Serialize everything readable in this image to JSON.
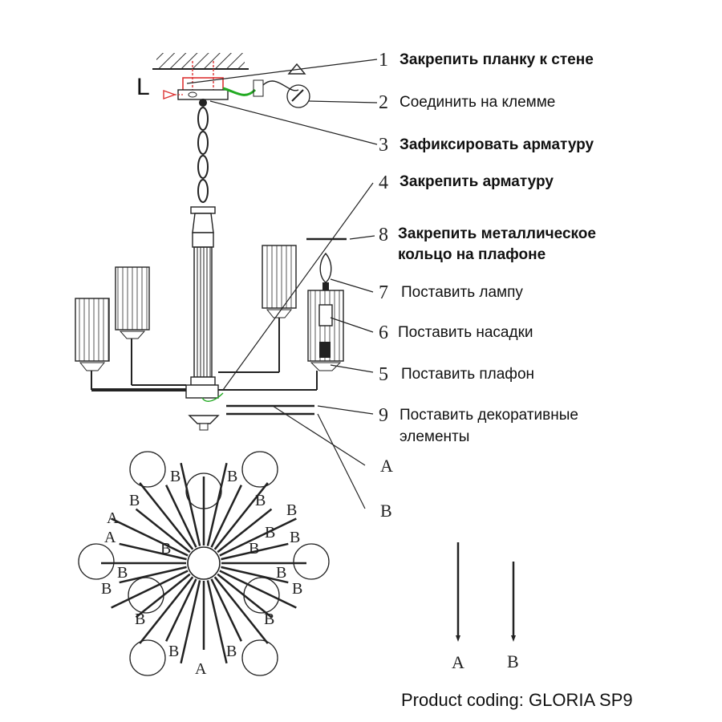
{
  "steps": [
    {
      "num": "1",
      "text": "Закрепить планку к стене"
    },
    {
      "num": "2",
      "text": "Соединить на клемме"
    },
    {
      "num": "3",
      "text": "Зафиксировать арматуру"
    },
    {
      "num": "4",
      "text": "Закрепить арматуру"
    },
    {
      "num": "8",
      "text": "Закрепить металлическое",
      "text2": "кольцо на плафоне"
    },
    {
      "num": "7",
      "text": "Поставить лампу"
    },
    {
      "num": "6",
      "text": "Поставить насадки"
    },
    {
      "num": "5",
      "text": "Поставить плафон"
    },
    {
      "num": "9",
      "text": "Поставить декоративные",
      "text2": "элементы"
    }
  ],
  "parts": {
    "a": "A",
    "b": "B"
  },
  "star_labels": [
    "B",
    "B",
    "B",
    "A",
    "B",
    "B",
    "A",
    "B",
    "B",
    "B",
    "B",
    "B",
    "B",
    "B",
    "B",
    "B",
    "B",
    "B",
    "A",
    "B"
  ],
  "ground_symbol": "L",
  "product_code": "Product coding: GLORIA SP9"
}
